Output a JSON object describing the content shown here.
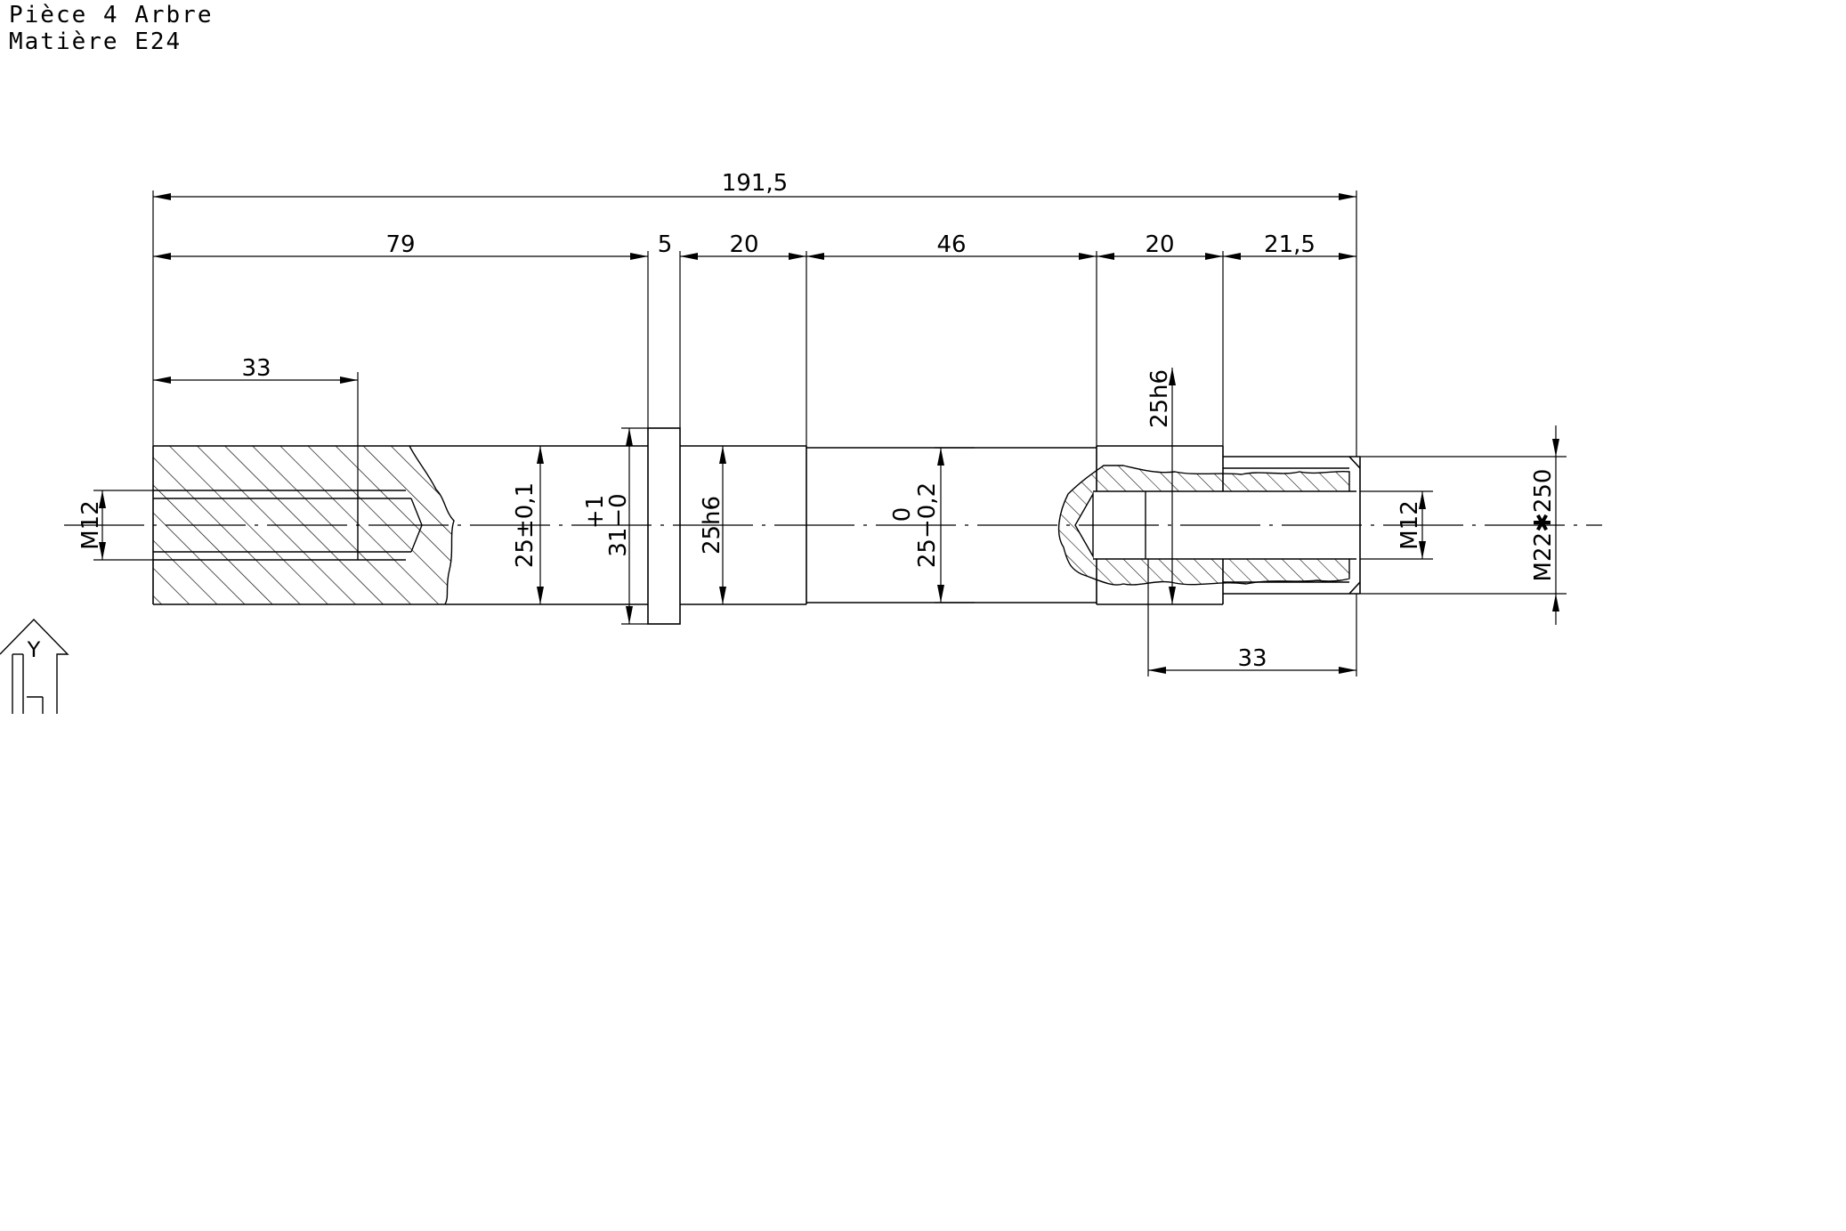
{
  "title_block": {
    "line1": "Pièce 4 Arbre",
    "line2": "Matière E24"
  },
  "dimensions": {
    "overall_length": "191,5",
    "seg_79": "79",
    "seg_5": "5",
    "seg_20_a": "20",
    "seg_46": "46",
    "seg_20_b": "20",
    "seg_21_5": "21,5",
    "left_thread_depth": "33",
    "right_thread_depth": "33",
    "left_thread_size": "M12",
    "right_thread_size": "M12",
    "dia_25_pm": "25±0,1",
    "collar_tol_upper": "+1",
    "collar_dia": "31−0",
    "dia_25h6_a": "25h6",
    "mid_tol_upper": "0",
    "mid_dia": "25−0,2",
    "dia_25h6_b": "25h6",
    "outer_thread": "M22✱250"
  },
  "ucs_icon": {
    "axis_y": "Y"
  },
  "colors": {
    "line": "#000000",
    "background": "#ffffff"
  }
}
